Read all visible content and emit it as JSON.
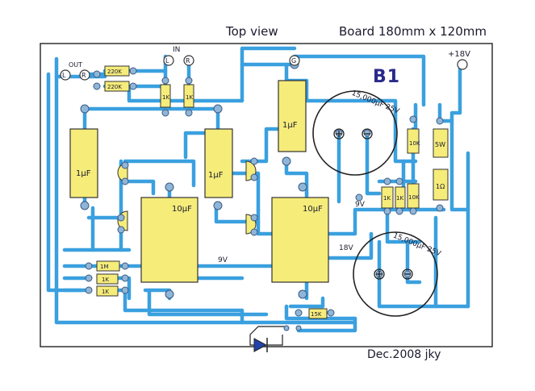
{
  "header": {
    "title": "Top view",
    "board": "Board  180mm x 120mm",
    "board_id": "B1",
    "date": "Dec.2008 jky"
  },
  "labels": {
    "out": "OUT",
    "in": "IN",
    "supply": "+18V",
    "rail_9v_a": "9V",
    "rail_9v_b": "9V",
    "rail_18v": "18V",
    "left": "L",
    "right": "R",
    "ground": "G"
  },
  "components": {
    "r_220k_top": "220K",
    "r_220k_bottom": "220K",
    "r_1k_in_l": "1K",
    "r_1k_in_r": "1K",
    "c_1uf_left": "1µF",
    "c_1uf_mid": "1µF",
    "c_1uf_top": "1µF",
    "c_10uf_left": "10µF",
    "c_10uf_right": "10µF",
    "c_15000_top": "15,000µF  25V",
    "c_15000_bottom": "15,000µF  25V",
    "r_10k_a": "10K",
    "r_1k_a": "1K",
    "r_1k_b": "1K",
    "r_10k_b": "10K",
    "r_5w": "5W",
    "r_1_ohm": "1Ω",
    "r_1m": "1M",
    "r_1k_left_a": "1K",
    "r_1k_left_b": "1K",
    "r_15k": "15K",
    "led": "LED"
  },
  "colors": {
    "trace": "#3aa0df",
    "capacitor_fill": "#f6ec7a",
    "ink": "#1a1a2e",
    "pad": "#6d8fb0"
  }
}
